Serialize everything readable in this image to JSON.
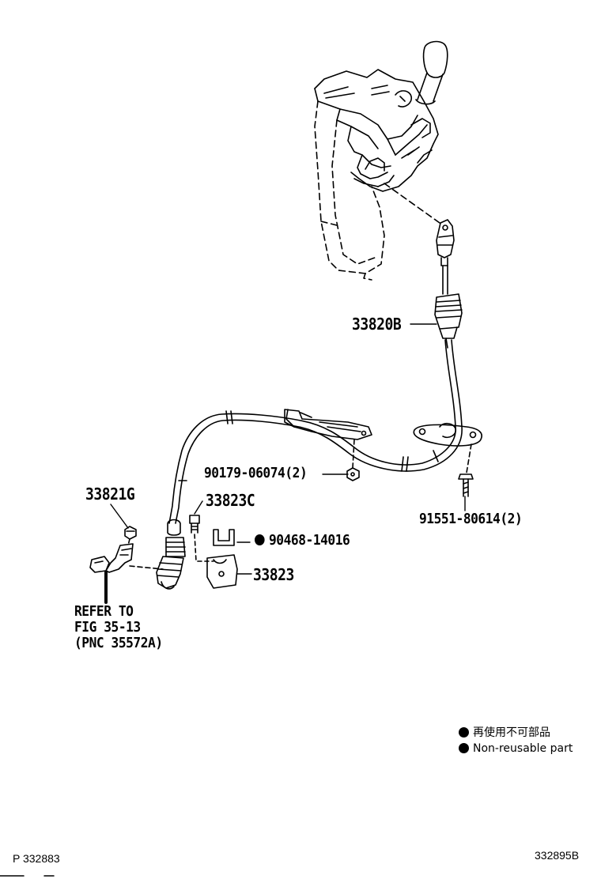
{
  "labels": {
    "part_33820B": "33820B",
    "part_90179": "90179-06074(2)",
    "part_91551": "91551-80614(2)",
    "part_33821G": "33821G",
    "part_33823C": "33823C",
    "part_90468": "90468-14016",
    "part_33823": "33823",
    "refer_line1": "REFER TO",
    "refer_line2": "FIG 35-13",
    "refer_line3": "(PNC 35572A)"
  },
  "legend": {
    "non_reusable_jp": "再使用不可部品",
    "non_reusable_en": "Non-reusable part"
  },
  "footer": {
    "left_code": "P 332883",
    "right_code": "332895B"
  },
  "style": {
    "line_color": "#000000",
    "background": "#ffffff"
  }
}
